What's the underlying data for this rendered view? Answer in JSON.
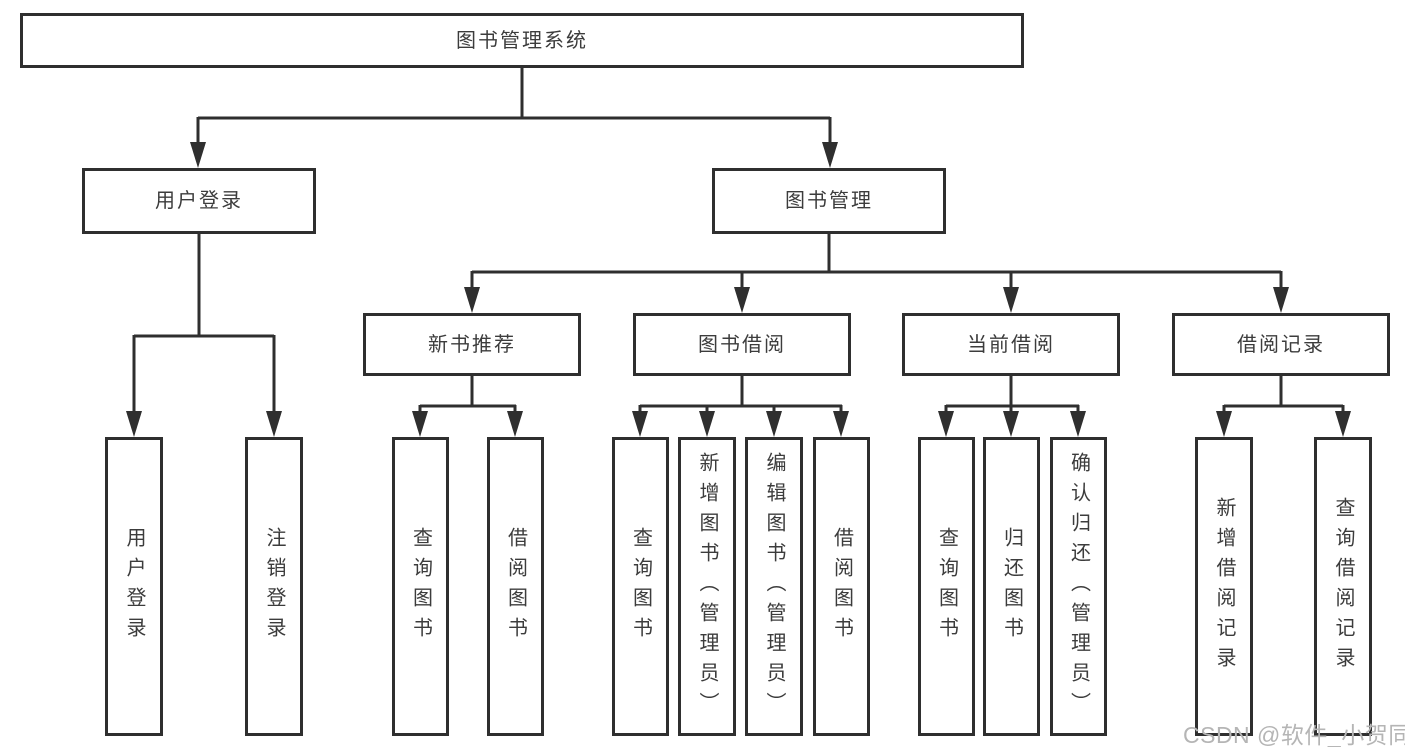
{
  "tree": {
    "root": {
      "label": "图书管理系统"
    },
    "user_login": {
      "label": "用户登录",
      "children": [
        {
          "label": "用户登录"
        },
        {
          "label": "注销登录"
        }
      ]
    },
    "book_mgmt": {
      "label": "图书管理",
      "children": [
        {
          "label": "新书推荐",
          "children": [
            {
              "label": "查询图书"
            },
            {
              "label": "借阅图书"
            }
          ]
        },
        {
          "label": "图书借阅",
          "children": [
            {
              "label": "查询图书"
            },
            {
              "label": "新增图书（管理员）"
            },
            {
              "label": "编辑图书（管理员）"
            },
            {
              "label": "借阅图书"
            }
          ]
        },
        {
          "label": "当前借阅",
          "children": [
            {
              "label": "查询图书"
            },
            {
              "label": "归还图书"
            },
            {
              "label": "确认归还（管理员）"
            }
          ]
        },
        {
          "label": "借阅记录",
          "children": [
            {
              "label": "新增借阅记录"
            },
            {
              "label": "查询借阅记录"
            }
          ]
        }
      ]
    }
  },
  "watermark": "CSDN @软件_小贺同学",
  "colors": {
    "line": "#2f2f2f",
    "text": "#3c3c3c",
    "watermark": "#b5b5b5",
    "background": "#ffffff"
  }
}
